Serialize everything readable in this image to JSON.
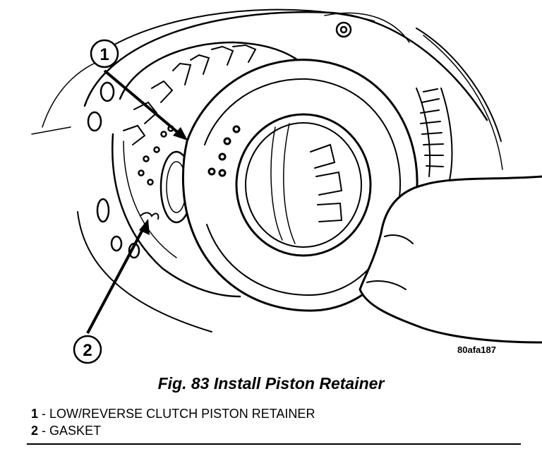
{
  "figure": {
    "code": "80afa187",
    "caption": "Fig. 83 Install Piston Retainer"
  },
  "callouts": [
    {
      "number": "1"
    },
    {
      "number": "2"
    }
  ],
  "legend": [
    {
      "number": "1",
      "separator": "-",
      "text": "LOW/REVERSE CLUTCH PISTON RETAINER"
    },
    {
      "number": "2",
      "separator": "-",
      "text": "GASKET"
    }
  ]
}
